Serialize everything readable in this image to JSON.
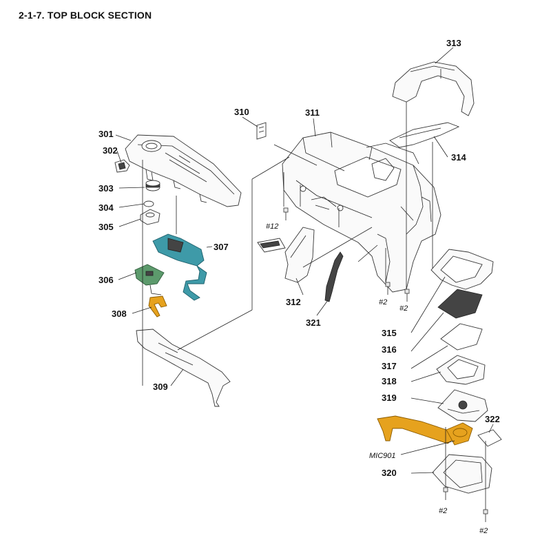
{
  "title": "2-1-7. TOP BLOCK SECTION",
  "labels": {
    "p301": "301",
    "p302": "302",
    "p303": "303",
    "p304": "304",
    "p305": "305",
    "p306": "306",
    "p307": "307",
    "p308": "308",
    "p309": "309",
    "p310": "310",
    "p311": "311",
    "p312": "312",
    "p313": "313",
    "p314": "314",
    "p315": "315",
    "p316": "316",
    "p317": "317",
    "p318": "318",
    "p319": "319",
    "p320": "320",
    "p321": "321",
    "p322": "322"
  },
  "screws": {
    "s12": "#12",
    "s2a": "#2",
    "s2b": "#2",
    "s2c": "#2",
    "s2d": "#2"
  },
  "mic": "MIC901",
  "colors": {
    "teal": "#3e9aa8",
    "green": "#5c9a6c",
    "orange": "#e6a21e"
  }
}
